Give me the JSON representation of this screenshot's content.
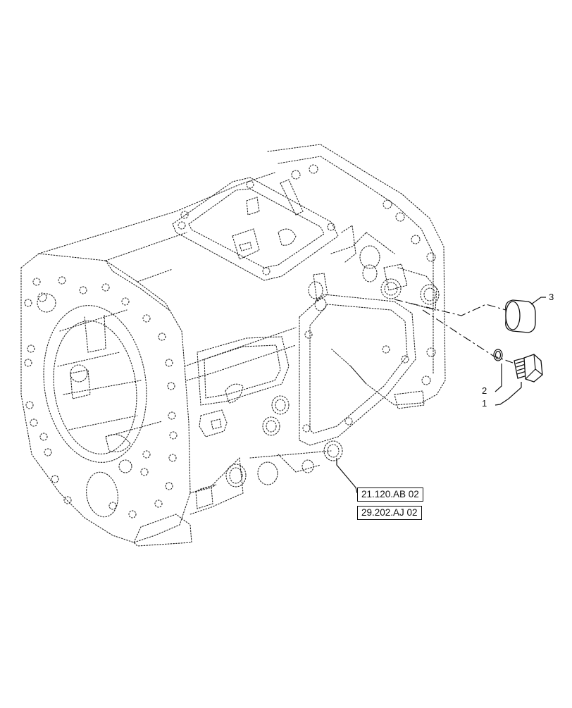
{
  "callouts": [
    {
      "id": "1",
      "label": "1",
      "part": "drain-plug"
    },
    {
      "id": "2",
      "label": "2",
      "part": "sealing-ring"
    },
    {
      "id": "3",
      "label": "3",
      "part": "cap-plug"
    }
  ],
  "references": [
    {
      "label": "21.120.AB 02"
    },
    {
      "label": "29.202.AJ 02"
    }
  ],
  "colors": {
    "line": "#111111",
    "background": "#ffffff"
  }
}
